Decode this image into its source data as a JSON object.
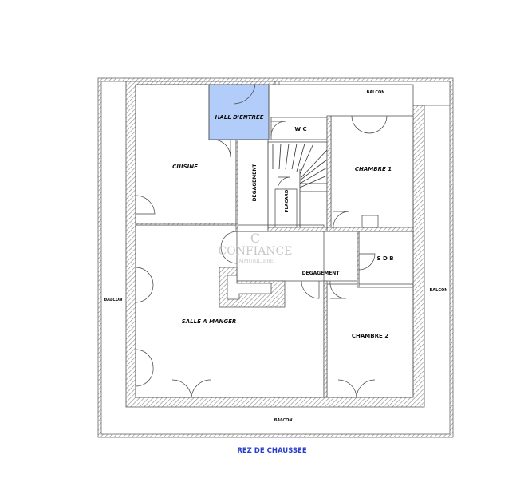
{
  "plan": {
    "title": "REZ DE CHAUSSEE",
    "watermark": {
      "brand": "CONFIANCE",
      "subtitle": "IMMOBILIERE"
    },
    "highlight_color": "#b3cdfa",
    "title_color": "#2a3fc9",
    "rooms": {
      "hall": "HALL D'ENTREE",
      "cuisine": "CUISINE",
      "wc": "W C",
      "degagement_v": "DEGAGEMENT",
      "placard": "PLACARD",
      "chambre1": "CHAMBRE 1",
      "degagement_h": "DEGAGEMENT",
      "sdb": "S D B",
      "salle": "SALLE A MANGER",
      "chambre2": "CHAMBRE 2",
      "balcon_top": "BALCON",
      "balcon_left": "BALCON",
      "balcon_right": "BALCON",
      "balcon_bottom": "BALCON"
    }
  }
}
